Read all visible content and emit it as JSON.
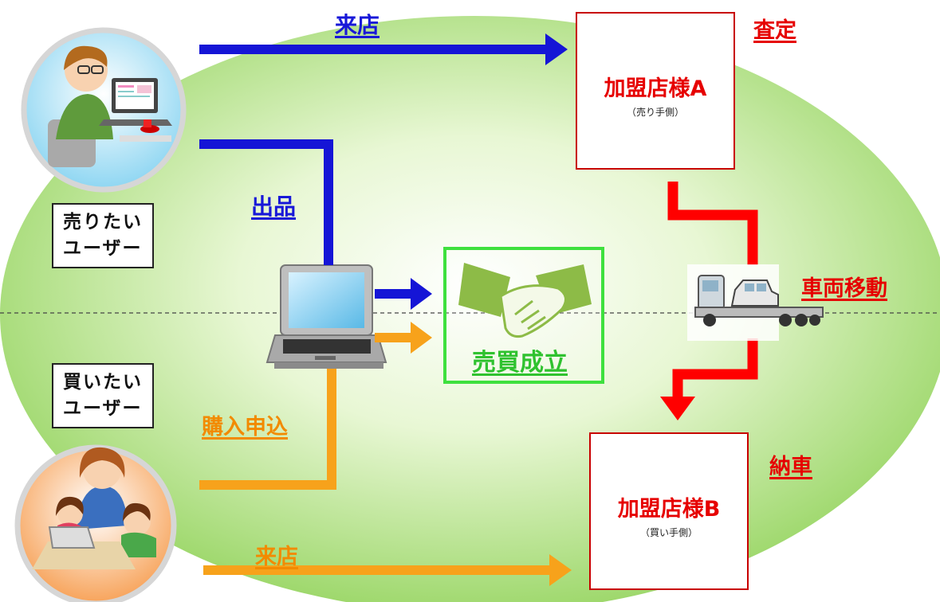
{
  "diagram": {
    "seller_user_label": [
      "売りたい",
      "ユーザー"
    ],
    "buyer_user_label": [
      "買いたい",
      "ユーザー"
    ],
    "flows": {
      "seller_visit": "来店",
      "listing": "出品",
      "assessment": "査定",
      "vehicle_transfer": "車両移動",
      "purchase_application": "購入申込",
      "buyer_visit": "来店",
      "delivery": "納車"
    },
    "deal_label": "売買成立",
    "store_a": {
      "name": "加盟店様A",
      "role": "（売り手側）"
    },
    "store_b": {
      "name": "加盟店様B",
      "role": "（買い手側）"
    }
  },
  "colors": {
    "seller_arrow": "#1515d6",
    "buyer_arrow": "#f7a21b",
    "transfer_arrow": "#ff0000",
    "deal_border": "#3ee03e",
    "background_ellipse": "#a6e07a"
  },
  "icons": [
    "seller-person-icon",
    "buyer-family-icon",
    "laptop-icon",
    "handshake-icon",
    "tow-truck-icon"
  ]
}
